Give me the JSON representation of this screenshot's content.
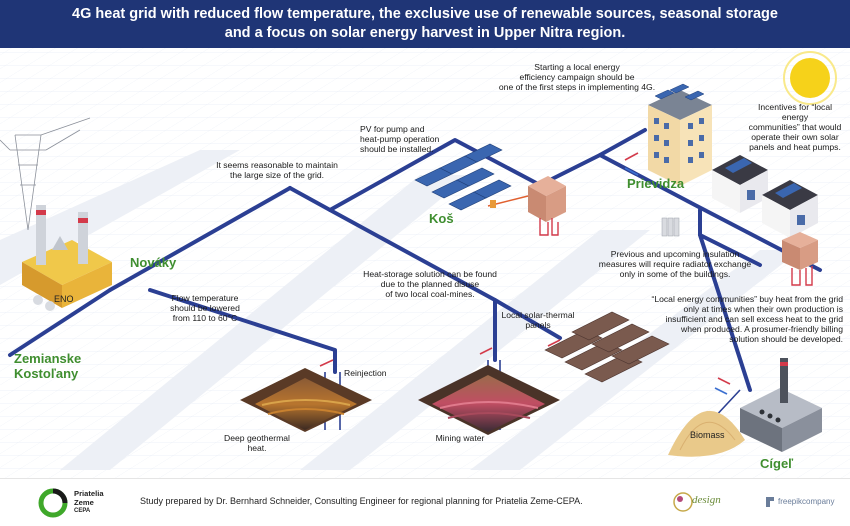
{
  "header": {
    "line1": "4G heat grid with reduced flow temperature, the exclusive use of renewable sources, seasonal storage",
    "line2": "and a focus on solar energy harvest in Upper Nitra region."
  },
  "places": {
    "novaky": "Nováky",
    "zemianske_line1": "Zemianske",
    "zemianske_line2": "Kostoľany",
    "kos": "Koš",
    "prievidza": "Prievidza",
    "cigel": "Cígeľ",
    "eno": "ENO",
    "biomass": "Biomass"
  },
  "notes": {
    "campaign": [
      "Starting a local energy",
      "efficiency campaign should be",
      "one of the first steps in implementing 4G."
    ],
    "incentives": [
      "Incentives for “local energy",
      "communities” that would",
      "operate their own solar",
      "panels and heat pumps."
    ],
    "pv": [
      "PV for pump and",
      "heat-pump operation",
      "should be installed."
    ],
    "grid": [
      "It seems reasonable to maintain",
      "the large size of the grid."
    ],
    "insulation": [
      "Previous and upcoming insulation",
      "measures will require radiator exchange",
      "only in some of the buildings."
    ],
    "heat_storage": [
      "Heat-storage solution can be found",
      "due to the planned disuse",
      "of two local coal-mines."
    ],
    "flow_temp": [
      "Flow temperature",
      "should be lowered",
      "from 110 to 60°C"
    ],
    "communities": [
      "“Local energy communities” buy heat from the grid",
      "only at times when their own production is",
      "insufficient and can sell excess heat to the grid",
      "when produced. A prosumer-friendly billing",
      "solution should be developed."
    ],
    "solar_thermal": [
      "Local solar-thermal",
      "panels"
    ],
    "reinjection": [
      "Reinjection"
    ],
    "geothermal": [
      "Deep geothermal",
      "heat."
    ],
    "mining_water": [
      "Mining water"
    ]
  },
  "footer": {
    "logo_line1": "Priatelia",
    "logo_line2": "Zeme",
    "logo_line3": "CEPA",
    "credit": "Study prepared by Dr. Bernhard Schneider, Consulting Engineer for regional planning for Priatelia Zeme-CEPA.",
    "design_logo": "design",
    "freepik_logo": "freepikcompany"
  },
  "colors": {
    "header_bg": "#1f3576",
    "pipe": "#2b3f93",
    "place_green": "#3f8e2f",
    "sun": "#f6d21a"
  }
}
